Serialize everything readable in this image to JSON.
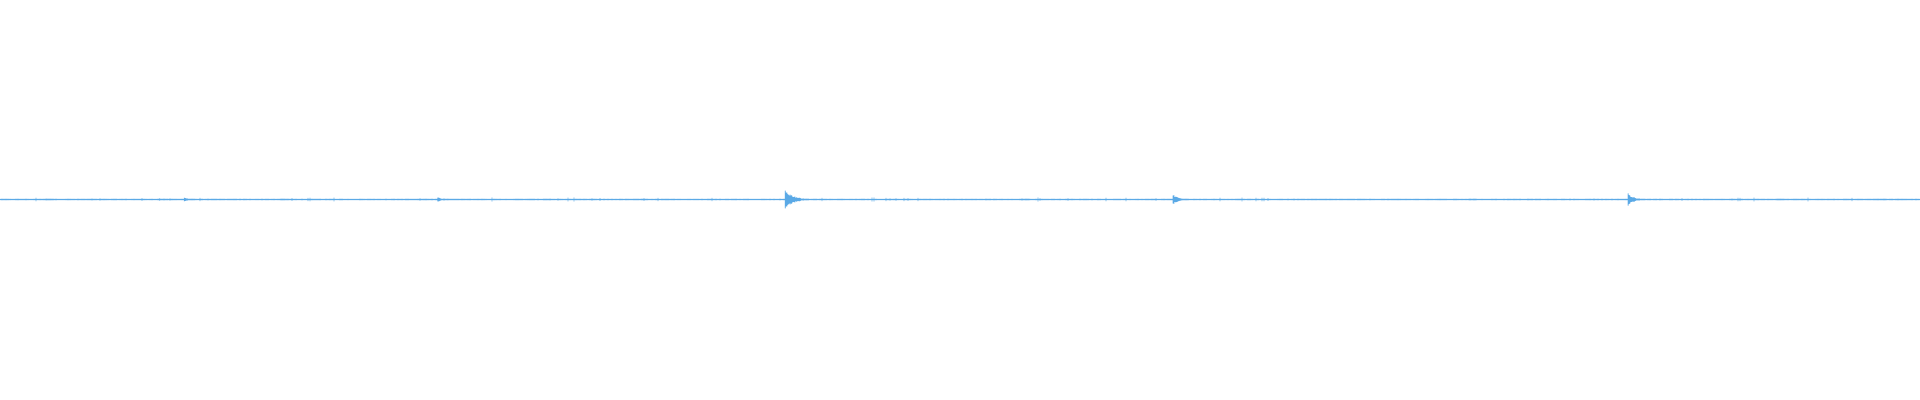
{
  "waveform": {
    "color": "#5aa9e6",
    "background": "#ffffff",
    "peaks": [
      {
        "position": 0.024,
        "amplitude": 0.1
      },
      {
        "position": 0.083,
        "amplitude": 0.12
      },
      {
        "position": 0.096,
        "amplitude": 0.28
      },
      {
        "position": 0.146,
        "amplitude": 0.06
      },
      {
        "position": 0.228,
        "amplitude": 0.25
      },
      {
        "position": 0.283,
        "amplitude": 0.08
      },
      {
        "position": 0.334,
        "amplitude": 0.05
      },
      {
        "position": 0.409,
        "amplitude": 1.0
      },
      {
        "position": 0.533,
        "amplitude": 0.06
      },
      {
        "position": 0.611,
        "amplitude": 0.52
      },
      {
        "position": 0.765,
        "amplitude": 0.05
      },
      {
        "position": 0.848,
        "amplitude": 0.62
      },
      {
        "position": 0.925,
        "amplitude": 0.07
      },
      {
        "position": 0.979,
        "amplitude": 0.06
      }
    ]
  }
}
